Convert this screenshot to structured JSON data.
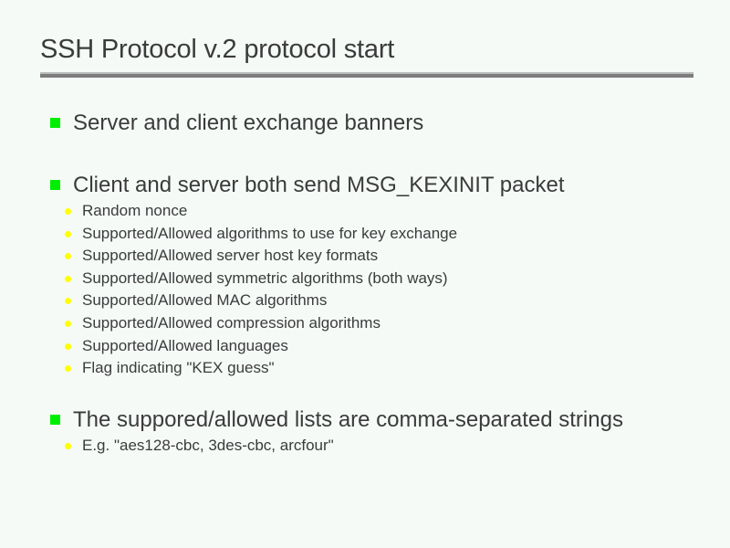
{
  "slide": {
    "title": "SSH Protocol v.2 protocol start",
    "colors": {
      "background": "#f5faf7",
      "text": "#3b3b3b",
      "rule": "#7d7d7d",
      "level1_bullet": "#00ee00",
      "level2_bullet": "#ffff00"
    },
    "blocks": [
      {
        "level1": "Server and client exchange banners",
        "level2": []
      },
      {
        "level1": "Client and server both send MSG_KEXINIT packet",
        "level2": [
          "Random nonce",
          "Supported/Allowed algorithms to use for key exchange",
          "Supported/Allowed server host key formats",
          "Supported/Allowed symmetric algorithms (both ways)",
          "Supported/Allowed MAC algorithms",
          "Supported/Allowed compression algorithms",
          "Supported/Allowed languages",
          "Flag indicating \"KEX guess\""
        ]
      },
      {
        "level1": "The suppored/allowed lists are comma-separated strings",
        "level2": [
          "E.g. \"aes128-cbc, 3des-cbc, arcfour\""
        ]
      }
    ]
  }
}
